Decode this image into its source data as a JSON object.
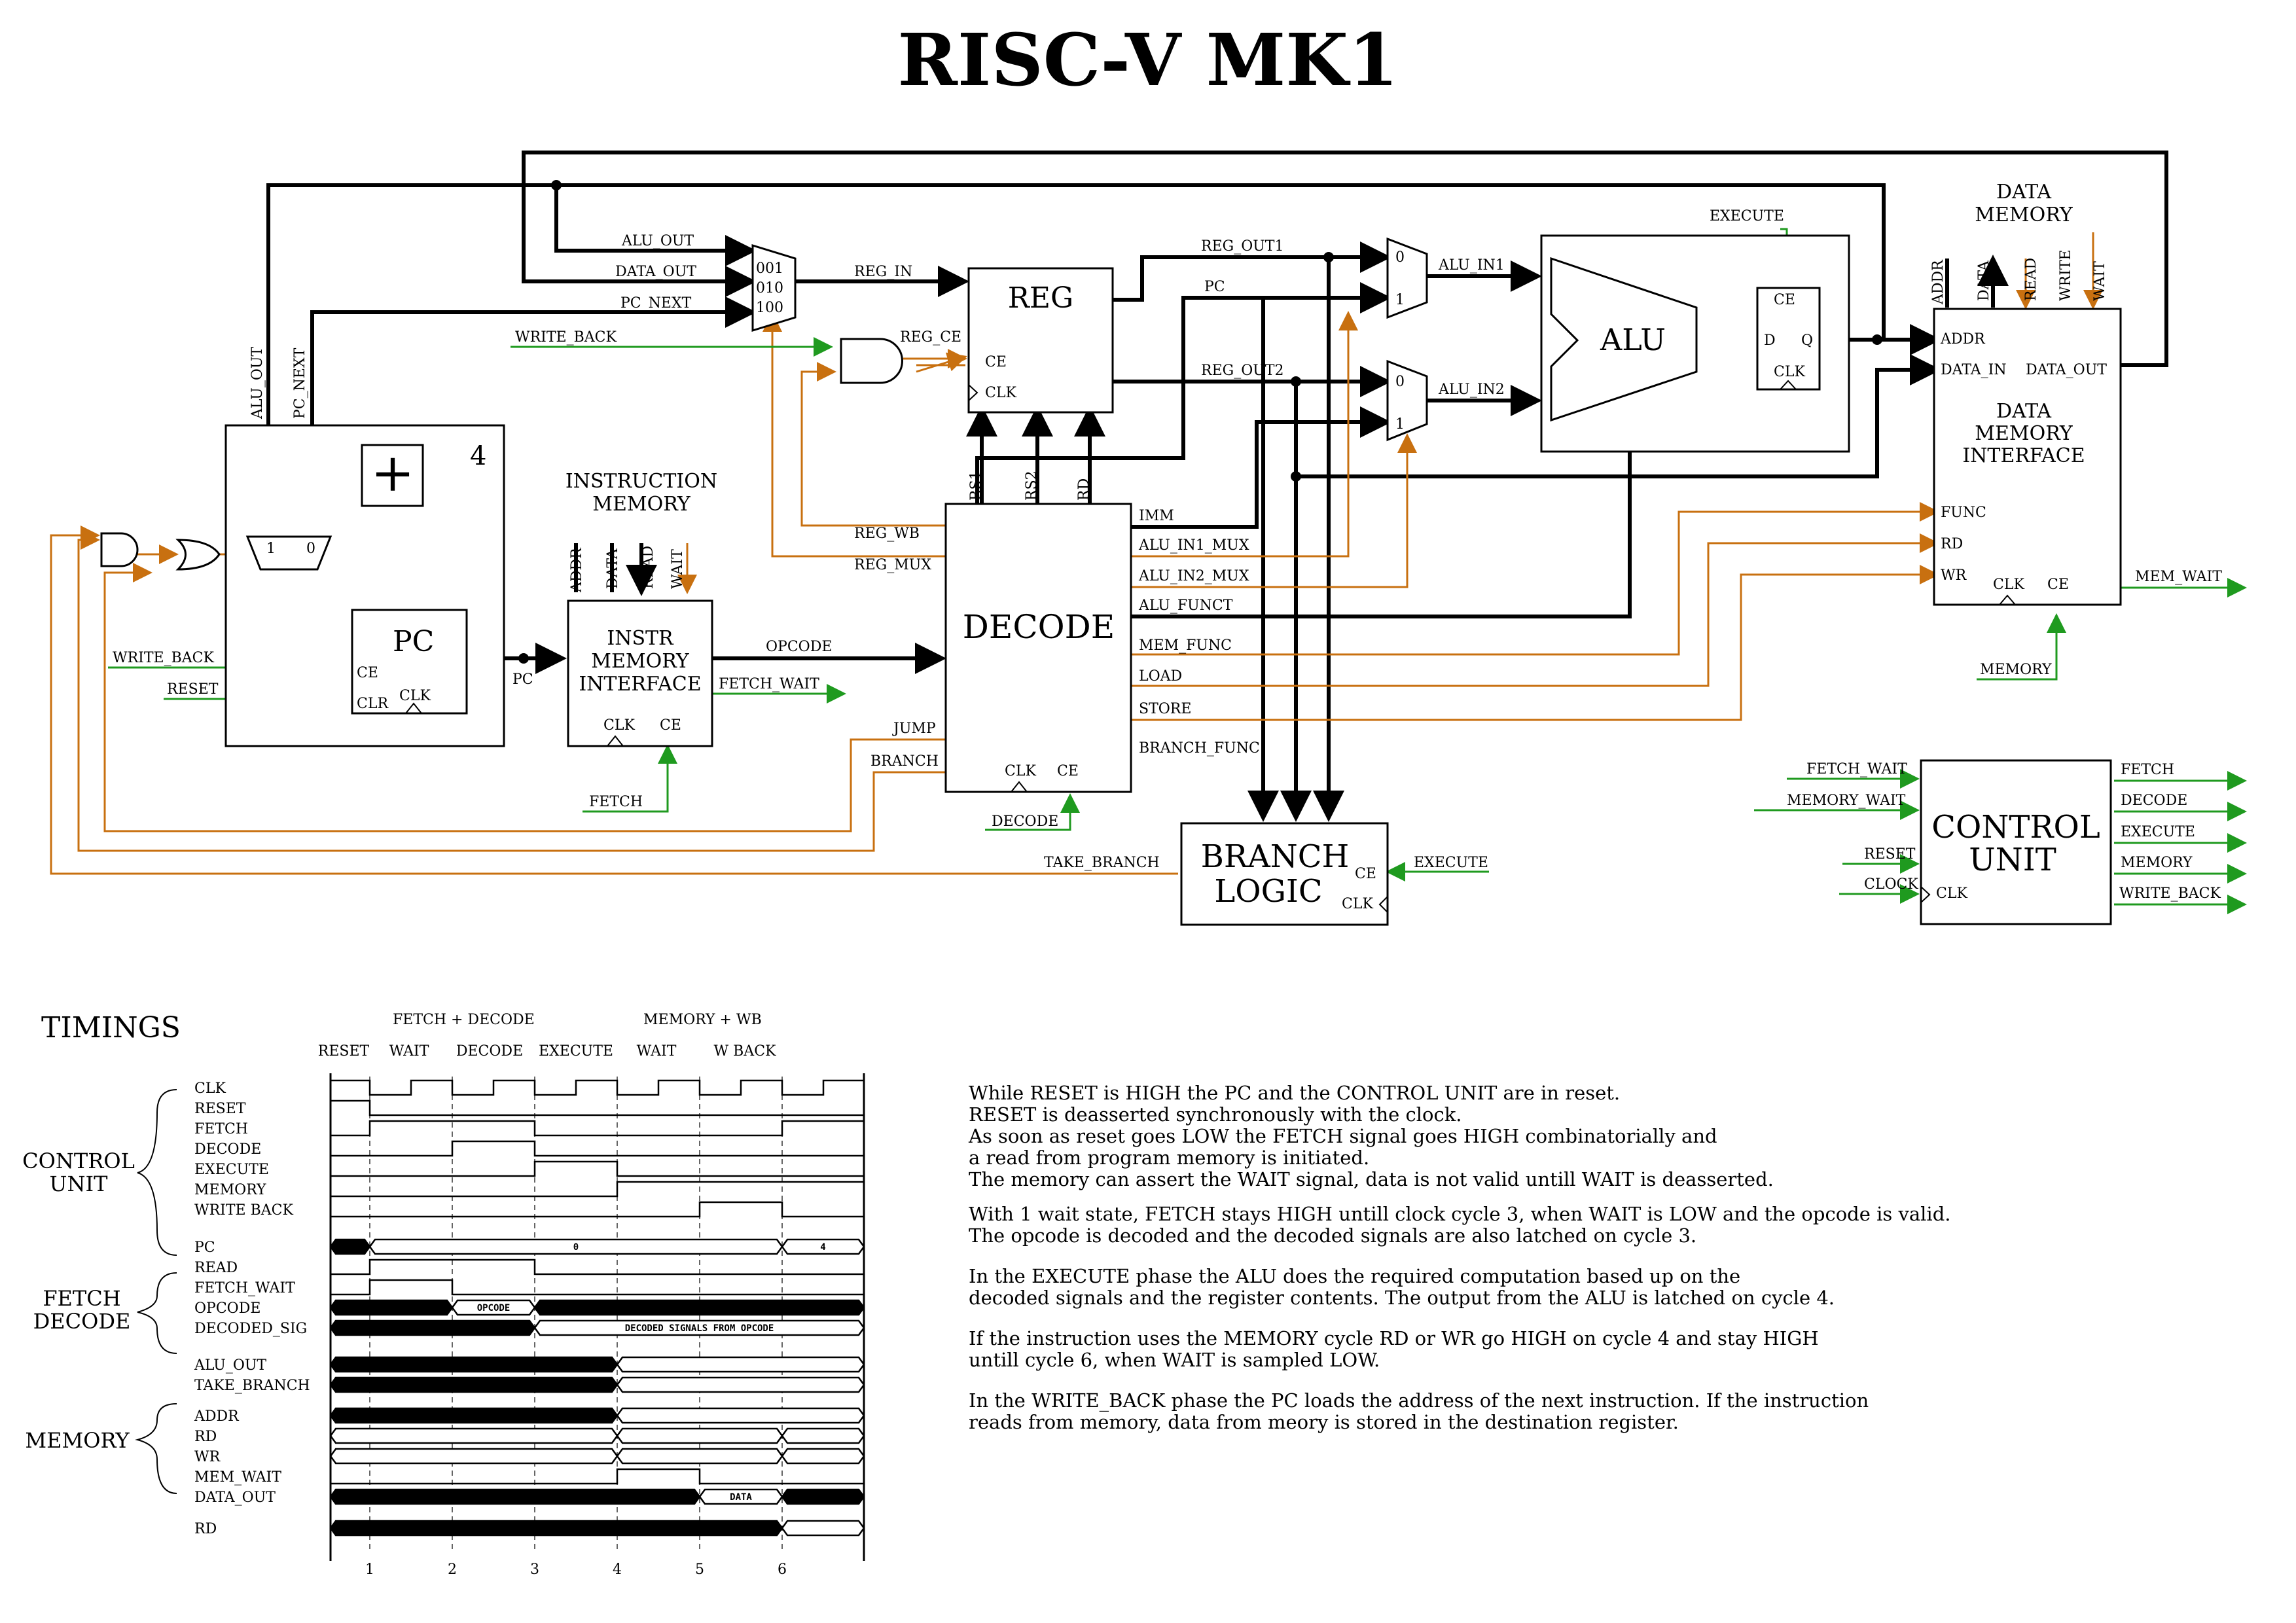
{
  "title": "RISC-V MK1",
  "colors": {
    "control": "#c87010",
    "signal": "#1f9a1f",
    "bus": "#000000"
  },
  "labels": {
    "alu_out": "ALU_OUT",
    "data_out": "DATA_OUT",
    "pc_next": "PC_NEXT",
    "write_back": "WRITE_BACK",
    "reg_in": "REG_IN",
    "reg_ce": "REG_CE",
    "reg_out1": "REG_OUT1",
    "pc": "PC",
    "reg_out2": "REG_OUT2",
    "alu_in1": "ALU_IN1",
    "alu_in2": "ALU_IN2",
    "execute": "EXECUTE",
    "vert_alu_out": "ALU_OUT",
    "vert_pc_next": "PC_NEXT",
    "reg_wb": "REG_WB",
    "reg_mux": "REG_MUX",
    "imm": "IMM",
    "alu_in1_mux": "ALU_IN1_MUX",
    "alu_in2_mux": "ALU_IN2_MUX",
    "alu_funct": "ALU_FUNCT",
    "mem_func": "MEM_FUNC",
    "load": "LOAD",
    "store": "STORE",
    "branch_func": "BRANCH_FUNC",
    "jump": "JUMP",
    "branch": "BRANCH",
    "opcode": "OPCODE",
    "fetch_wait": "FETCH_WAIT",
    "fetch": "FETCH",
    "decode": "DECODE",
    "take_branch": "TAKE_BRANCH",
    "execute2": "EXECUTE",
    "write_back2": "WRITE_BACK",
    "reset": "RESET",
    "pc_out": "PC",
    "mem_wait": "MEM_WAIT",
    "memory": "MEMORY",
    "rs1": "RS1",
    "rs2": "RS2",
    "rd": "RD",
    "four": "4",
    "im_addr": "ADDR",
    "im_data": "DATA",
    "im_read": "READ",
    "im_wait": "WAIT",
    "dm_addr": "ADDR",
    "dm_data": "DATA",
    "dm_read": "READ",
    "dm_write": "WRITE",
    "dm_wait": "WAIT",
    "mux3_001": "001",
    "mux3_010": "010",
    "mux3_100": "100",
    "mux_0": "0",
    "mux_1": "1"
  },
  "blocks": {
    "reg": {
      "name": "REG",
      "ce": "CE",
      "clk": "CLK"
    },
    "alu": {
      "name": "ALU"
    },
    "dff": {
      "ce": "CE",
      "d": "D",
      "q": "Q",
      "clk": "CLK"
    },
    "decode": {
      "name": "DECODE",
      "clk": "CLK",
      "ce": "CE"
    },
    "pc": {
      "name": "PC",
      "ce": "CE",
      "clr": "CLR",
      "clk": "CLK"
    },
    "instr_mem": {
      "title1": "INSTRUCTION",
      "title2": "MEMORY",
      "line1": "INSTR",
      "line2": "MEMORY",
      "line3": "INTERFACE",
      "clk": "CLK",
      "ce": "CE"
    },
    "data_mem": {
      "title1": "DATA",
      "title2": "MEMORY",
      "line1": "DATA",
      "line2": "MEMORY",
      "line3": "INTERFACE",
      "addr": "ADDR",
      "data_in": "DATA_IN",
      "data_out": "DATA_OUT",
      "func": "FUNC",
      "rd": "RD",
      "wr": "WR",
      "clk": "CLK",
      "ce": "CE"
    },
    "branch_logic": {
      "line1": "BRANCH",
      "line2": "LOGIC",
      "ce": "CE",
      "clk": "CLK"
    },
    "pc_mux": {
      "in1": "1",
      "in0": "0"
    },
    "control_unit": {
      "line1": "CONTROL",
      "line2": "UNIT",
      "clk": "CLK",
      "inputs": [
        "FETCH_WAIT",
        "MEMORY_WAIT",
        "RESET",
        "CLOCK"
      ],
      "outputs": [
        "FETCH",
        "DECODE",
        "EXECUTE",
        "MEMORY",
        "WRITE_BACK"
      ]
    }
  },
  "timings": {
    "title": "TIMINGS",
    "phase_groups": [
      "FETCH + DECODE",
      "MEMORY + WB"
    ],
    "phases": [
      "RESET",
      "WAIT",
      "DECODE",
      "EXECUTE",
      "WAIT",
      "W BACK"
    ],
    "cycles": [
      "1",
      "2",
      "3",
      "4",
      "5",
      "6"
    ],
    "groups": [
      {
        "line1": "CONTROL",
        "line2": "UNIT"
      },
      {
        "line1": "FETCH",
        "line2": "DECODE"
      },
      {
        "line1": "MEMORY",
        "line2": ""
      }
    ],
    "signals": [
      "CLK",
      "RESET",
      "FETCH",
      "DECODE",
      "EXECUTE",
      "MEMORY",
      "WRITE BACK",
      "PC",
      "READ",
      "FETCH_WAIT",
      "OPCODE",
      "DECODED_SIG",
      "ALU_OUT",
      "TAKE_BRANCH",
      "ADDR",
      "RD",
      "WR",
      "MEM_WAIT",
      "DATA_OUT",
      "RD"
    ],
    "bus_labels": {
      "pc_0": "0",
      "pc_4": "4",
      "opcode": "OPCODE",
      "decoded": "DECODED SIGNALS FROM OPCODE",
      "data": "DATA"
    }
  },
  "notes": [
    [
      "While RESET is HIGH the PC and the CONTROL UNIT are in reset.",
      "RESET is deasserted synchronously with the clock.",
      "As soon as reset goes LOW the FETCH signal goes HIGH combinatorially and",
      "a read from program memory is initiated.",
      "The memory can assert the WAIT signal, data is not valid untill WAIT is deasserted."
    ],
    [
      "With 1 wait state, FETCH stays HIGH untill clock cycle 3, when WAIT is LOW and the opcode is valid.",
      "The opcode is decoded and the decoded signals are also latched on cycle 3."
    ],
    [
      "In the EXECUTE phase the ALU does the required computation based up on the",
      "decoded signals and the register contents. The output from the ALU is latched on cycle 4."
    ],
    [
      "If the instruction uses the MEMORY cycle RD or WR go HIGH on cycle 4 and stay HIGH",
      "untill cycle 6, when WAIT is sampled LOW."
    ],
    [
      "In the WRITE_BACK phase the PC loads the address of the next instruction. If the instruction",
      "reads from memory, data from meory is stored in the destination register."
    ]
  ]
}
